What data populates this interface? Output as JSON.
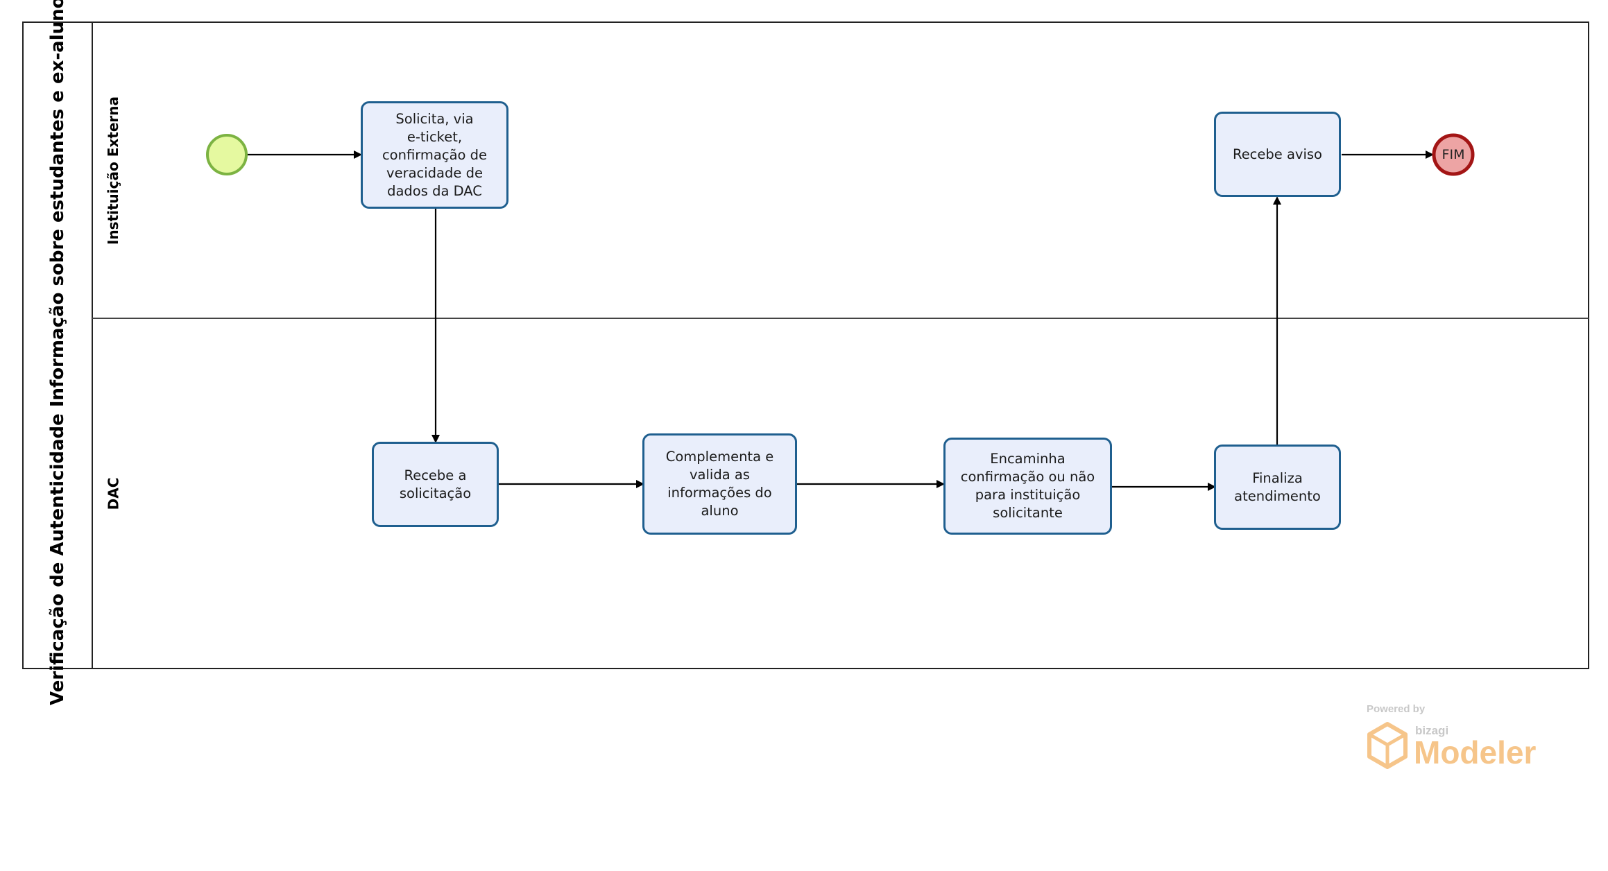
{
  "pool": {
    "title": "Verificação de Autenticidade Informação sobre estudantes e ex-alunos"
  },
  "lanes": [
    {
      "name": "Instituição  Externa"
    },
    {
      "name": "DAC"
    }
  ],
  "tasks": {
    "solicita": "Solicita, via\ne-ticket,\nconfirmação de\nveracidade de\ndados da DAC",
    "recebe_solicitacao": "Recebe a\nsolicitação",
    "complementa": "Complementa e\nvalida as\ninformações  do\naluno",
    "encaminha": "Encaminha\nconfirmação  ou não\npara instituição\nsolicitante",
    "finaliza": "Finaliza\natendimento",
    "recebe_aviso": "Recebe aviso"
  },
  "events": {
    "end_label": "FIM"
  },
  "watermark": {
    "powered_by": "Powered by",
    "brand": "bizagi",
    "product": "Modeler"
  },
  "colors": {
    "task_fill": "#e9eefb",
    "task_border": "#1f5f8f",
    "start_fill": "#e5f9a0",
    "start_border": "#7cb342",
    "end_fill": "#eda4a4",
    "end_border": "#a31515",
    "watermark_orange": "#f6c58a"
  }
}
